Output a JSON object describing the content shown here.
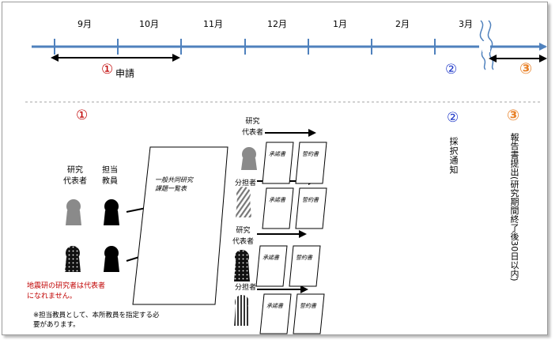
{
  "timeline": {
    "months": [
      "9月",
      "10月",
      "11月",
      "12月",
      "1月",
      "2月",
      "3月"
    ]
  },
  "phases": {
    "p1_mark": "①",
    "p1_label": "申請",
    "p2_mark": "②",
    "p3_mark": "③"
  },
  "detail": {
    "p1_mark": "①",
    "applicants": {
      "rep_label": "研究\n代表者",
      "staff_label": "担当\n教員"
    },
    "list_doc": "一般共同研究\n課題一覧表",
    "warning": "地震研の研究者は代表者\nになれません。",
    "note": "※担当教員として、本所教員を指定する必\n要があります。",
    "groups": [
      {
        "role": "研究\n代表者",
        "doc1": "承諾書",
        "doc2": "誓約書"
      },
      {
        "role": "分担者",
        "doc1": "承諾書",
        "doc2": "誓約書"
      },
      {
        "role": "研究\n代表者",
        "doc1": "承諾書",
        "doc2": "誓約書"
      },
      {
        "role": "分担者",
        "doc1": "承諾書",
        "doc2": "誓約書"
      }
    ],
    "p2_mark": "②",
    "p2_text": "採択通知",
    "p3_mark": "③",
    "p3_text": "報告書提出(研究期間終了後30日以内)"
  },
  "colors": {
    "timeline": "#4f81bd",
    "red": "#c00000",
    "blue": "#1f38c8",
    "orange": "#e8822a"
  }
}
